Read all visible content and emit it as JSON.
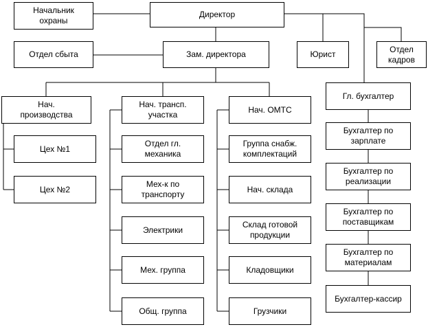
{
  "diagram": {
    "nodes": [
      {
        "id": "security_head",
        "label": "Начальник\nохраны"
      },
      {
        "id": "director",
        "label": "Директор"
      },
      {
        "id": "sales_dept",
        "label": "Отдел сбыта"
      },
      {
        "id": "deputy_director",
        "label": "Зам. директора"
      },
      {
        "id": "lawyer",
        "label": "Юрист"
      },
      {
        "id": "hr_dept",
        "label": "Отдел\nкадров"
      },
      {
        "id": "production_head",
        "label": "Нач.\nпроизводства"
      },
      {
        "id": "workshop1",
        "label": "Цех №1"
      },
      {
        "id": "workshop2",
        "label": "Цех №2"
      },
      {
        "id": "transport_head",
        "label": "Нач. трансп.\nучастка"
      },
      {
        "id": "chief_mechanic_dept",
        "label": "Отдел гл.\nмеханика"
      },
      {
        "id": "transport_mechanic",
        "label": "Мех-к по\nтранспорту"
      },
      {
        "id": "electricians",
        "label": "Электрики"
      },
      {
        "id": "mech_group",
        "label": "Мех. группа"
      },
      {
        "id": "general_group",
        "label": "Общ. группа"
      },
      {
        "id": "omts_head",
        "label": "Нач. ОМТС"
      },
      {
        "id": "supply_group",
        "label": "Группа снабж.\nкомплектаций"
      },
      {
        "id": "warehouse_head",
        "label": "Нач. склада"
      },
      {
        "id": "finished_goods_warehouse",
        "label": "Склад готовой\nпродукции"
      },
      {
        "id": "storekeepers",
        "label": "Кладовщики"
      },
      {
        "id": "loaders",
        "label": "Грузчики"
      },
      {
        "id": "chief_accountant",
        "label": "Гл. бухгалтер"
      },
      {
        "id": "payroll_accountant",
        "label": "Бухгалтер по\nзарплате"
      },
      {
        "id": "sales_accountant",
        "label": "Бухгалтер  по\nреализации"
      },
      {
        "id": "suppliers_accountant",
        "label": "Бухгалтер по\nпоставщикам"
      },
      {
        "id": "materials_accountant",
        "label": "Бухгалтер по\nматериалам"
      },
      {
        "id": "cashier_accountant",
        "label": "Бухгалтер-кассир"
      }
    ],
    "edges": [
      {
        "from": "director",
        "to": "security_head"
      },
      {
        "from": "director",
        "to": "deputy_director"
      },
      {
        "from": "director",
        "to": "lawyer"
      },
      {
        "from": "director",
        "to": "hr_dept"
      },
      {
        "from": "director",
        "to": "chief_accountant"
      },
      {
        "from": "deputy_director",
        "to": "sales_dept"
      },
      {
        "from": "deputy_director",
        "to": "production_head"
      },
      {
        "from": "deputy_director",
        "to": "transport_head"
      },
      {
        "from": "deputy_director",
        "to": "omts_head"
      },
      {
        "from": "production_head",
        "to": "workshop1"
      },
      {
        "from": "production_head",
        "to": "workshop2"
      },
      {
        "from": "transport_head",
        "to": "chief_mechanic_dept"
      },
      {
        "from": "transport_head",
        "to": "transport_mechanic"
      },
      {
        "from": "transport_head",
        "to": "electricians"
      },
      {
        "from": "transport_head",
        "to": "mech_group"
      },
      {
        "from": "transport_head",
        "to": "general_group"
      },
      {
        "from": "omts_head",
        "to": "supply_group"
      },
      {
        "from": "omts_head",
        "to": "warehouse_head"
      },
      {
        "from": "omts_head",
        "to": "finished_goods_warehouse"
      },
      {
        "from": "omts_head",
        "to": "storekeepers"
      },
      {
        "from": "omts_head",
        "to": "loaders"
      },
      {
        "from": "chief_accountant",
        "to": "payroll_accountant"
      },
      {
        "from": "payroll_accountant",
        "to": "sales_accountant"
      },
      {
        "from": "sales_accountant",
        "to": "suppliers_accountant"
      },
      {
        "from": "suppliers_accountant",
        "to": "materials_accountant"
      },
      {
        "from": "materials_accountant",
        "to": "cashier_accountant"
      }
    ],
    "colors": {
      "line": "#000000",
      "box_border": "#000000",
      "box_fill": "#ffffff"
    }
  }
}
